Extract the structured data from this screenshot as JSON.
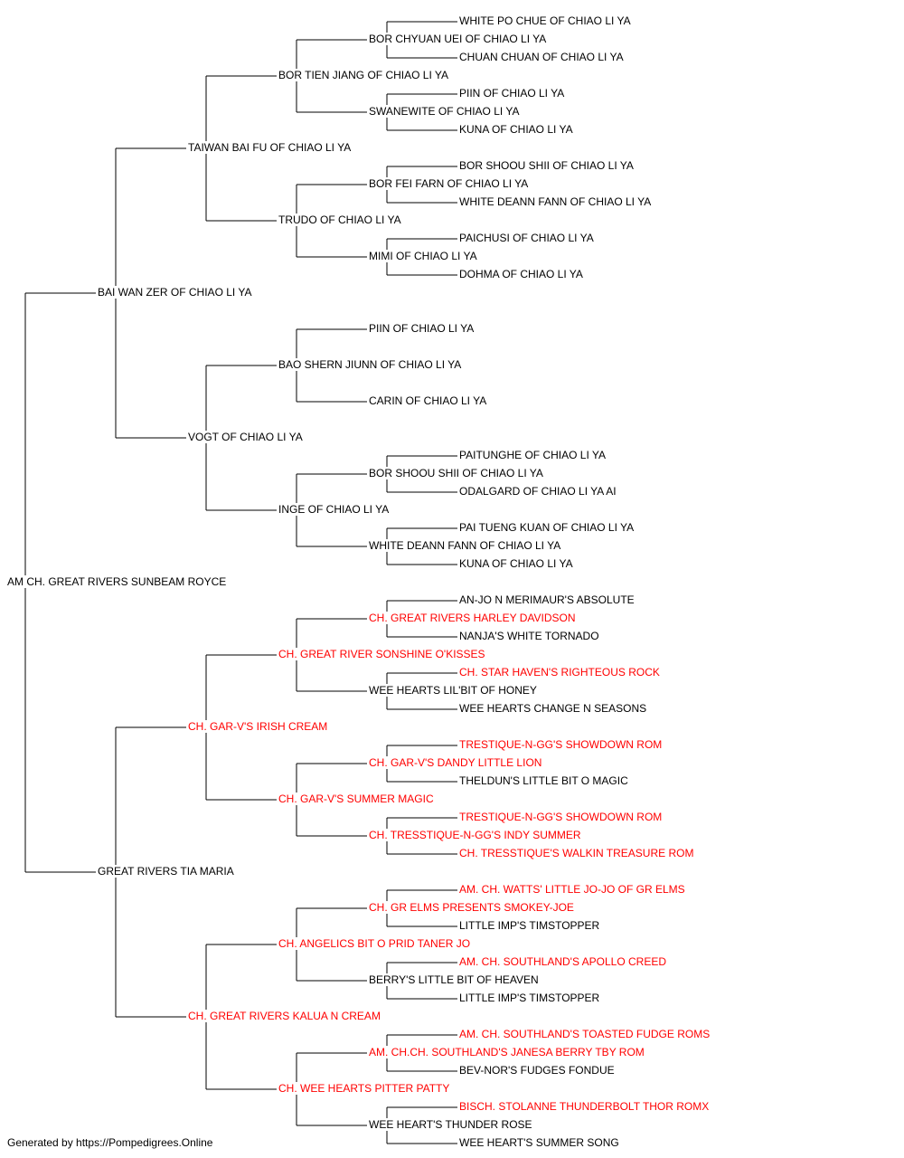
{
  "pedigree": {
    "name": "AM CH. GREAT RIVERS SUNBEAM ROYCE",
    "red": false,
    "sire": {
      "name": "BAI WAN ZER OF CHIAO LI YA",
      "red": false,
      "sire": {
        "name": "TAIWAN BAI FU OF CHIAO LI YA",
        "red": false,
        "sire": {
          "name": "BOR TIEN JIANG OF CHIAO LI YA",
          "red": false,
          "sire": {
            "name": "BOR CHYUAN UEI OF CHIAO LI YA",
            "red": false,
            "sire": {
              "name": "WHITE PO CHUE OF CHIAO LI YA",
              "red": false
            },
            "dam": {
              "name": "CHUAN CHUAN OF CHIAO LI YA",
              "red": false
            }
          },
          "dam": {
            "name": "SWANEWITE OF CHIAO LI YA",
            "red": false,
            "sire": {
              "name": "PIIN OF CHIAO LI YA",
              "red": false
            },
            "dam": {
              "name": "KUNA OF CHIAO LI YA",
              "red": false
            }
          }
        },
        "dam": {
          "name": "TRUDO OF CHIAO LI YA",
          "red": false,
          "sire": {
            "name": "BOR FEI FARN OF CHIAO LI YA",
            "red": false,
            "sire": {
              "name": "BOR SHOOU SHII OF CHIAO LI YA",
              "red": false
            },
            "dam": {
              "name": "WHITE DEANN FANN OF CHIAO LI YA",
              "red": false
            }
          },
          "dam": {
            "name": "MIMI OF CHIAO LI YA",
            "red": false,
            "sire": {
              "name": "PAICHUSI OF CHIAO LI YA",
              "red": false
            },
            "dam": {
              "name": "DOHMA OF CHIAO LI YA",
              "red": false
            }
          }
        }
      },
      "dam": {
        "name": "VOGT OF CHIAO LI YA",
        "red": false,
        "sire": {
          "name": "BAO SHERN JIUNN OF CHIAO LI YA",
          "red": false,
          "sire": {
            "name": "PIIN OF CHIAO LI YA",
            "red": false
          },
          "dam": {
            "name": "CARIN OF CHIAO LI YA",
            "red": false
          }
        },
        "dam": {
          "name": "INGE OF CHIAO LI YA",
          "red": false,
          "sire": {
            "name": "BOR SHOOU SHII OF CHIAO LI YA",
            "red": false,
            "sire": {
              "name": "PAITUNGHE OF CHIAO LI YA",
              "red": false
            },
            "dam": {
              "name": "ODALGARD OF CHIAO LI YA AI",
              "red": false
            }
          },
          "dam": {
            "name": "WHITE DEANN FANN OF CHIAO LI YA",
            "red": false,
            "sire": {
              "name": "PAI TUENG KUAN OF CHIAO LI YA",
              "red": false
            },
            "dam": {
              "name": "KUNA OF CHIAO LI YA",
              "red": false
            }
          }
        }
      }
    },
    "dam": {
      "name": "GREAT RIVERS TIA MARIA",
      "red": false,
      "sire": {
        "name": "CH. GAR-V'S IRISH CREAM",
        "red": true,
        "sire": {
          "name": "CH. GREAT RIVER SONSHINE O'KISSES",
          "red": true,
          "sire": {
            "name": "CH. GREAT RIVERS HARLEY DAVIDSON",
            "red": true,
            "sire": {
              "name": "AN-JO N MERIMAUR'S ABSOLUTE",
              "red": false
            },
            "dam": {
              "name": "NANJA'S WHITE TORNADO",
              "red": false
            }
          },
          "dam": {
            "name": "WEE HEARTS LIL'BIT OF HONEY",
            "red": false,
            "sire": {
              "name": "CH. STAR HAVEN'S RIGHTEOUS ROCK",
              "red": true
            },
            "dam": {
              "name": "WEE HEARTS CHANGE N SEASONS",
              "red": false
            }
          }
        },
        "dam": {
          "name": "CH. GAR-V'S SUMMER MAGIC",
          "red": true,
          "sire": {
            "name": "CH. GAR-V'S DANDY LITTLE LION",
            "red": true,
            "sire": {
              "name": "TRESTIQUE-N-GG'S SHOWDOWN ROM",
              "red": true
            },
            "dam": {
              "name": "THELDUN'S LITTLE BIT O MAGIC",
              "red": false
            }
          },
          "dam": {
            "name": "CH. TRESSTIQUE-N-GG'S INDY SUMMER",
            "red": true,
            "sire": {
              "name": "TRESTIQUE-N-GG'S SHOWDOWN ROM",
              "red": true
            },
            "dam": {
              "name": "CH. TRESSTIQUE'S WALKIN TREASURE ROM",
              "red": true
            }
          }
        }
      },
      "dam": {
        "name": "CH. GREAT RIVERS KALUA N CREAM",
        "red": true,
        "sire": {
          "name": "CH. ANGELICS BIT O PRID TANER JO",
          "red": true,
          "sire": {
            "name": "CH. GR ELMS PRESENTS SMOKEY-JOE",
            "red": true,
            "sire": {
              "name": "AM. CH. WATTS' LITTLE JO-JO OF GR ELMS",
              "red": true
            },
            "dam": {
              "name": "LITTLE IMP'S TIMSTOPPER",
              "red": false
            }
          },
          "dam": {
            "name": "BERRY'S LITTLE BIT OF HEAVEN",
            "red": false,
            "sire": {
              "name": "AM. CH. SOUTHLAND'S APOLLO CREED",
              "red": true
            },
            "dam": {
              "name": "LITTLE IMP'S TIMSTOPPER",
              "red": false
            }
          }
        },
        "dam": {
          "name": "CH. WEE HEARTS PITTER PATTY",
          "red": true,
          "sire": {
            "name": "AM. CH.CH. SOUTHLAND'S JANESA BERRY TBY ROM",
            "red": true,
            "sire": {
              "name": "AM. CH. SOUTHLAND'S TOASTED FUDGE ROMS",
              "red": true
            },
            "dam": {
              "name": "BEV-NOR'S FUDGES FONDUE",
              "red": false
            }
          },
          "dam": {
            "name": "WEE HEART'S THUNDER ROSE",
            "red": false,
            "sire": {
              "name": "BISCH. STOLANNE THUNDERBOLT THOR ROMX",
              "red": true
            },
            "dam": {
              "name": "WEE HEART'S SUMMER SONG",
              "red": false
            }
          }
        }
      }
    }
  },
  "colors": {
    "normal": "#000000",
    "champion": "#ff0000",
    "line": "#000000"
  },
  "footer": {
    "text": "Generated by https://Pompedigrees.Online"
  }
}
